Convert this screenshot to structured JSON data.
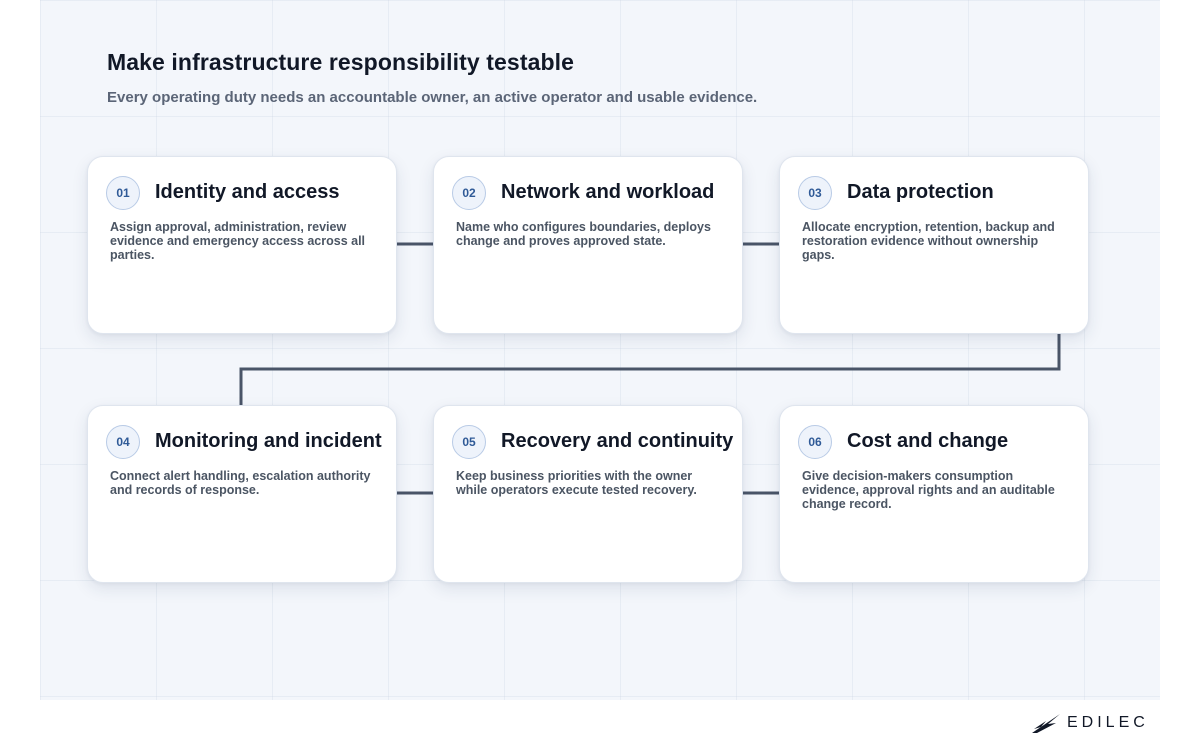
{
  "header": {
    "title": "Make infrastructure responsibility testable",
    "subtitle": "Every operating duty needs an accountable owner, an active operator and usable evidence."
  },
  "steps": [
    {
      "number": "01",
      "title": "Identity and access",
      "description": "Assign approval, administration, review evidence and emergency access across all parties."
    },
    {
      "number": "02",
      "title": "Network and workload",
      "description": "Name who configures boundaries, deploys change and proves approved state."
    },
    {
      "number": "03",
      "title": "Data protection",
      "description": "Allocate encryption, retention, backup and restoration evidence without ownership gaps."
    },
    {
      "number": "04",
      "title": "Monitoring and incident",
      "description": "Connect alert handling, escalation authority and records of response."
    },
    {
      "number": "05",
      "title": "Recovery and continuity",
      "description": "Keep business priorities with the owner while operators execute tested recovery."
    },
    {
      "number": "06",
      "title": "Cost and change",
      "description": "Give decision-makers consumption evidence, approval rights and an auditable change record."
    }
  ],
  "brand": {
    "name": "EDILEC",
    "icon": "edilec-logo-mark"
  },
  "colors": {
    "connector": "#4a5568",
    "badge_text": "#2f5a97",
    "badge_border": "#b9cbe6"
  }
}
